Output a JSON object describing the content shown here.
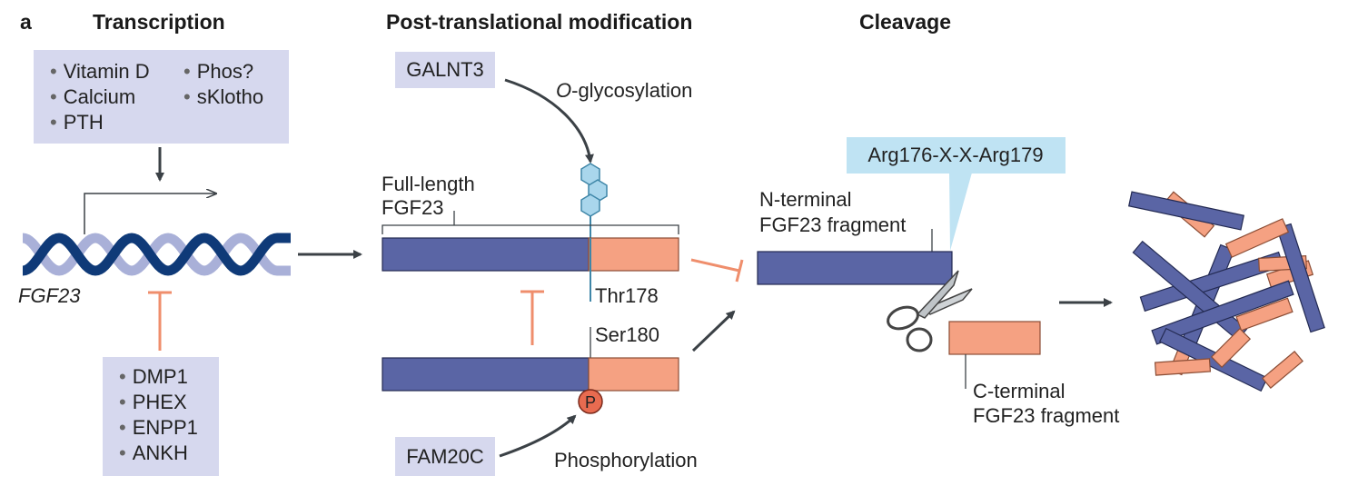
{
  "panel_letter": "a",
  "headers": {
    "transcription": "Transcription",
    "ptm": "Post-translational modification",
    "cleavage": "Cleavage"
  },
  "transcription": {
    "activators_col1": [
      "Vitamin D",
      "Calcium",
      "PTH"
    ],
    "activators_col2": [
      "Phos?",
      "sKlotho"
    ],
    "gene_label": "FGF23",
    "inhibitors": [
      "DMP1",
      "PHEX",
      "ENPP1",
      "ANKH"
    ]
  },
  "ptm": {
    "enzyme_top": "GALNT3",
    "glyco_prefix": "O",
    "glyco_suffix": "-glycosylation",
    "full_length_line1": "Full-length",
    "full_length_line2": "FGF23",
    "thr_label": "Thr178",
    "ser_label": "Ser180",
    "phospho_symbol": "P",
    "enzyme_bottom": "FAM20C",
    "phospho_label": "Phosphorylation"
  },
  "cleavage": {
    "site_label": "Arg176-X-X-Arg179",
    "n_term_line1": "N-terminal",
    "n_term_line2": "FGF23 fragment",
    "c_term_line1": "C-terminal",
    "c_term_line2": "FGF23 fragment"
  },
  "colors": {
    "protein_blue": "#5a65a5",
    "protein_salmon": "#f5a182",
    "box_fill": "#d6d8ee",
    "inhibit_orange": "#ef8e6c",
    "glycan_fill": "#a9d6ec",
    "callout_fill": "#bfe3f3",
    "arrow_dark": "#3b4146",
    "phospho_fill": "#e86b50"
  }
}
